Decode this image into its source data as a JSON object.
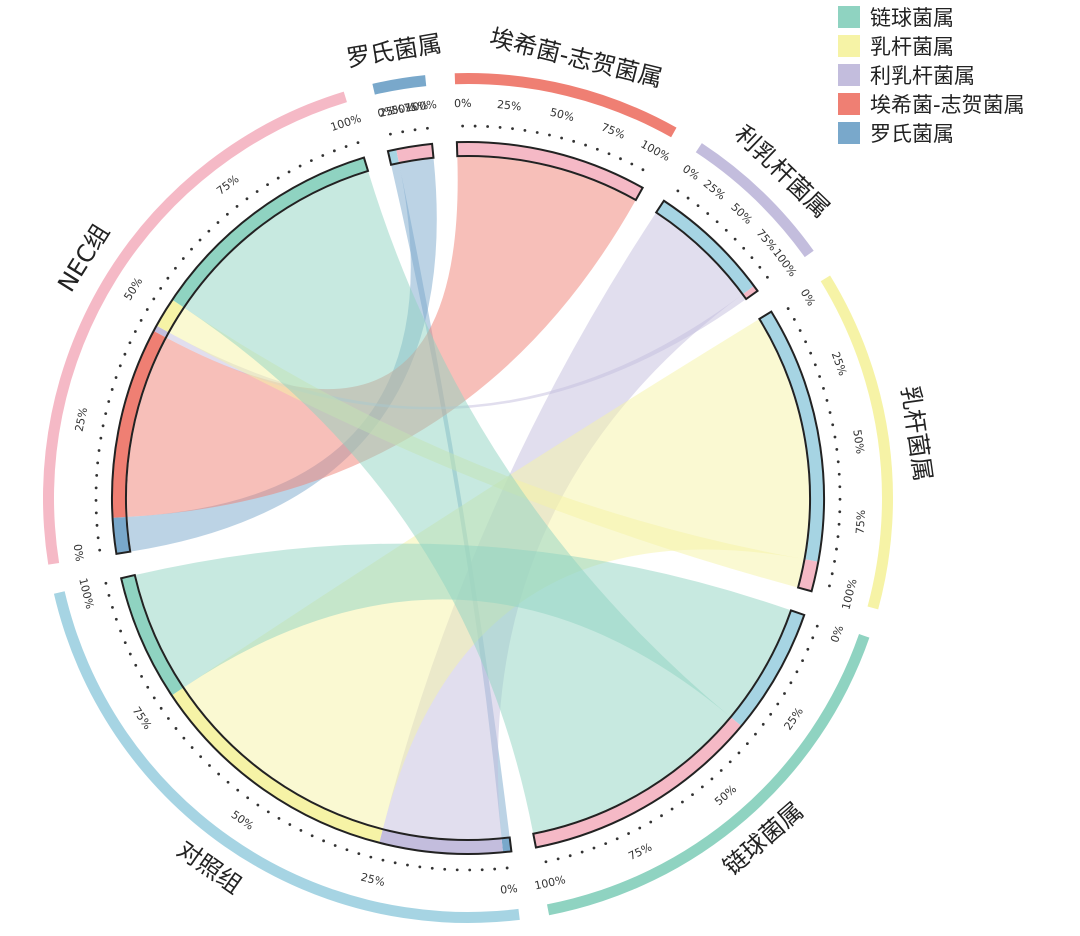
{
  "legend": [
    {
      "label": "链球菌属",
      "color": "#8fd3c1"
    },
    {
      "label": "乳杆菌属",
      "color": "#f6f3a6"
    },
    {
      "label": "利乳杆菌属",
      "color": "#c3bddd"
    },
    {
      "label": "埃希菌-志贺菌属",
      "color": "#ef7f73"
    },
    {
      "label": "罗氏菌属",
      "color": "#79a8cb"
    }
  ],
  "chart_data": {
    "type": "chord",
    "title": "",
    "percent_ticks": [
      "0%",
      "25%",
      "50%",
      "75%",
      "100%"
    ],
    "groups": [
      {
        "id": "control",
        "label": "对照组",
        "color": "#a6d4e3"
      },
      {
        "id": "nec",
        "label": "NEC组",
        "color": "#f5b9c6"
      }
    ],
    "genera": [
      {
        "id": "strep",
        "label": "链球菌属",
        "color": "#8fd3c1"
      },
      {
        "id": "lacto",
        "label": "乳杆菌属",
        "color": "#f6f3a6"
      },
      {
        "id": "ligilacto",
        "label": "利乳杆菌属",
        "color": "#c3bddd"
      },
      {
        "id": "esch",
        "label": "埃希菌-志贺菌属",
        "color": "#ef7f73"
      },
      {
        "id": "roth",
        "label": "罗氏菌属",
        "color": "#79a8cb"
      }
    ],
    "links": [
      {
        "group": "control",
        "genus": "roth",
        "value": 0.7
      },
      {
        "group": "control",
        "genus": "ligilacto",
        "value": 10.3
      },
      {
        "group": "control",
        "genus": "lacto",
        "value": 21.5
      },
      {
        "group": "control",
        "genus": "strep",
        "value": 10.6
      },
      {
        "group": "nec",
        "genus": "roth",
        "value": 3.0
      },
      {
        "group": "nec",
        "genus": "esch",
        "value": 16.0
      },
      {
        "group": "nec",
        "genus": "ligilacto",
        "value": 0.5
      },
      {
        "group": "nec",
        "genus": "lacto",
        "value": 2.5
      },
      {
        "group": "nec",
        "genus": "strep",
        "value": 20.1
      }
    ]
  }
}
